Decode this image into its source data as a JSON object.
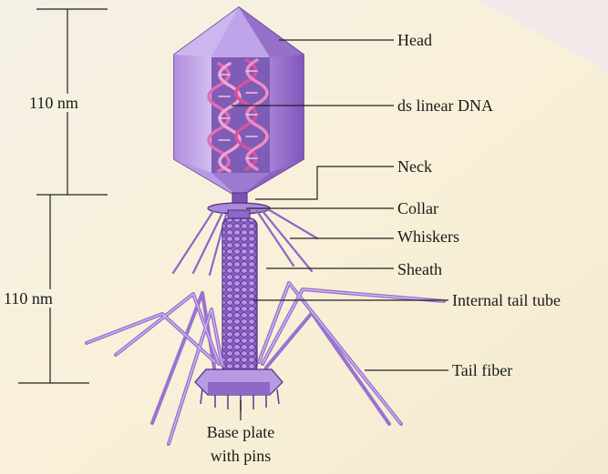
{
  "labels": {
    "head": "Head",
    "dna": "ds linear DNA",
    "neck": "Neck",
    "collar": "Collar",
    "whiskers": "Whiskers",
    "sheath": "Sheath",
    "internal_tail_tube": "Internal tail tube",
    "tail_fiber": "Tail fiber",
    "base_plate_line1": "Base plate",
    "base_plate_line2": "with pins"
  },
  "dimensions": {
    "head_size": "110 nm",
    "tail_size": "110 nm"
  },
  "colors": {
    "background": "#f7f1df",
    "phage_light": "#c3a6e6",
    "phage_mid": "#9c74cf",
    "phage_dark": "#6a3f9e",
    "dna": "#d95aa8"
  }
}
